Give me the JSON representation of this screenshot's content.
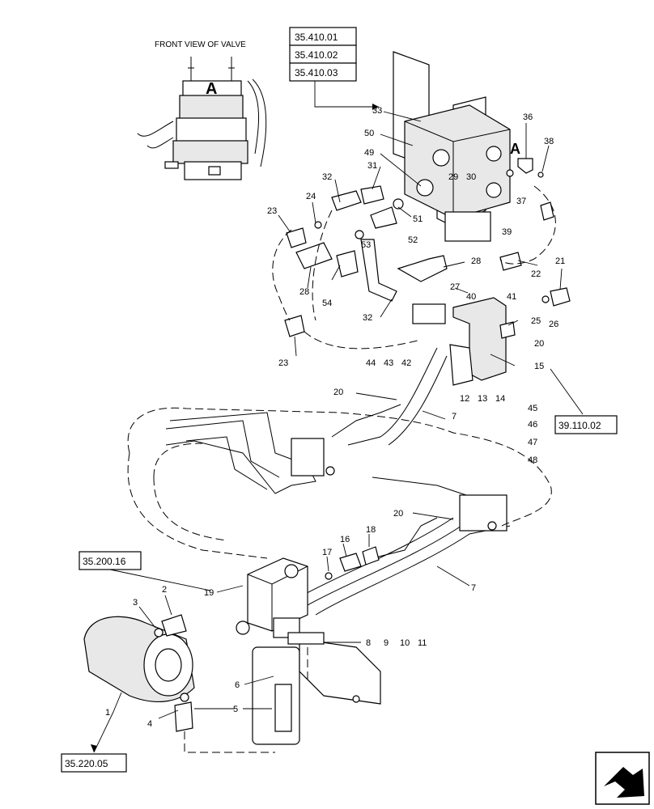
{
  "title": "FRONT VIEW OF VALVE",
  "inset_letter": "A",
  "valve_letter": "A",
  "refs": {
    "r1": "35.410.01",
    "r2": "35.410.02",
    "r3": "35.410.03",
    "r4": "39.110.02",
    "r5": "35.200.16",
    "r6": "35.220.05"
  },
  "callouts": {
    "c1": "1",
    "c2": "2",
    "c3": "3",
    "c4": "4",
    "c5": "5",
    "c6": "6",
    "c7a": "7",
    "c7b": "7",
    "c8": "8",
    "c9": "9",
    "c10": "10",
    "c11": "11",
    "c12": "12",
    "c13": "13",
    "c14": "14",
    "c15": "15",
    "c16": "16",
    "c17": "17",
    "c18": "18",
    "c19": "19",
    "c20a": "20",
    "c20b": "20",
    "c20c": "20",
    "c21": "21",
    "c22": "22",
    "c23a": "23",
    "c23b": "23",
    "c24": "24",
    "c25": "25",
    "c26": "26",
    "c27": "27",
    "c28a": "28",
    "c28b": "28",
    "c29": "29",
    "c30": "30",
    "c31": "31",
    "c32a": "32",
    "c32b": "32",
    "c33": "33",
    "c36": "36",
    "c37": "37",
    "c38": "38",
    "c39": "39",
    "c40": "40",
    "c41": "41",
    "c42": "42",
    "c43": "43",
    "c44": "44",
    "c45": "45",
    "c46": "46",
    "c47": "47",
    "c48": "48",
    "c49": "49",
    "c50": "50",
    "c51": "51",
    "c52": "52",
    "c53": "53",
    "c54": "54"
  }
}
